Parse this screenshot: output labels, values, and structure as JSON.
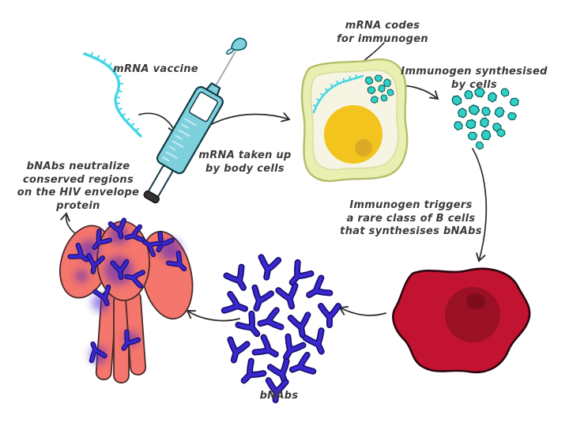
{
  "diagram": {
    "labels": {
      "mrna_vaccine": [
        "mRNA vaccine"
      ],
      "mrna_codes": [
        "mRNA codes",
        "for immunogen"
      ],
      "mrna_taken_up": [
        "mRNA taken up",
        "by body cells"
      ],
      "immunogen_synthesised": [
        "Immunogen synthesised",
        "by cells"
      ],
      "immunogen_triggers": [
        "Immunogen triggers",
        "a rare class of B cells",
        "that synthesises bNAbs"
      ],
      "bnabs_neutralize": [
        "bNAbs neutralize",
        "conserved regions",
        "on the HIV envelope",
        "protein"
      ],
      "bnabs": [
        "bNAbs"
      ]
    },
    "icons": {
      "mrna_strand": "wavy cyan strand with comb ticks",
      "syringe": "tilted light-blue syringe with needle and droplet",
      "body_cell": "cell with yellow-green membrane, cream cytoplasm, yellow nucleus",
      "immunogen_particle": "small teal blob",
      "b_cell": "dark red cell with darker nucleus",
      "bnab_antibody": "indigo Y-shaped antibody",
      "hiv_envelope_protein": "salmon trimer spike with purple binding glows"
    },
    "colors": {
      "mrna": "#45d6e6",
      "syringe": "#7fd0dd",
      "cell_membrane": "#e9efb0",
      "cell_cytoplasm": "#f6f4e3",
      "nucleus": "#f2c41d",
      "nucleolus": "#dcaa26",
      "immunogen": "#2fd0c5",
      "b_cell": "#c21332",
      "b_cell_nucleus": "#9a1024",
      "antibody": "#3a28d0",
      "antibody_outline": "#191070",
      "hiv_protein": "#f4766c",
      "binding_glow": "#4a22cc",
      "text": "#3b3b3b",
      "arrow": "#2a2a2a"
    }
  }
}
